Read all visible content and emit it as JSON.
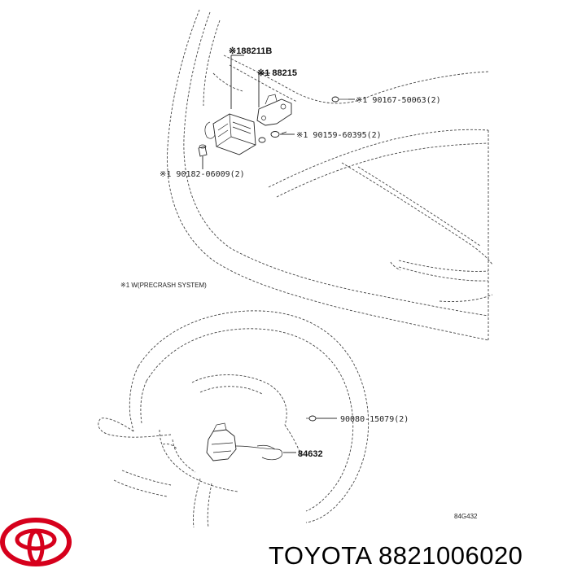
{
  "callouts": {
    "sensor_assy": "※188211B",
    "bracket": "※1 88215",
    "bolt_top": "※1 90167-50063(2)",
    "nut": "※1 90159-60395(2)",
    "clip": "※1 90182-06009(2)",
    "note": "※1  W(PRECRASH SYSTEM)",
    "screw_wheel": "90080-15079(2)",
    "cable": "84632",
    "figure_code": "84G432"
  },
  "footer": {
    "brand": "TOYOTA",
    "part_number": "8821006020"
  },
  "colors": {
    "logo": "#d6001c",
    "ink": "#222222"
  },
  "icons": {
    "logo": "toyota-logo-icon"
  }
}
